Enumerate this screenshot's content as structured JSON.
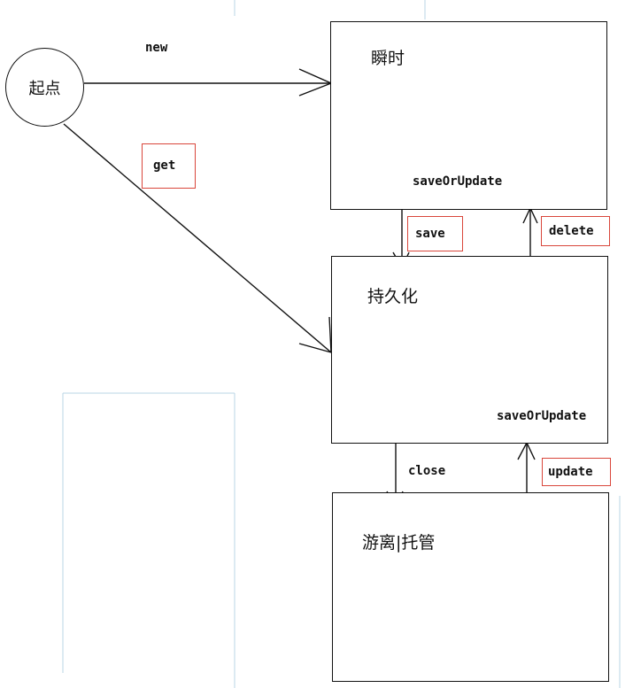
{
  "start": {
    "label": "起点"
  },
  "states": {
    "transient": {
      "title": "瞬时",
      "sub": "saveOrUpdate"
    },
    "persistent": {
      "title": "持久化",
      "sub": "saveOrUpdate"
    },
    "detached": {
      "title": "游离|托管"
    }
  },
  "transitions": {
    "new": "new",
    "get": "get",
    "save": "save",
    "delete": "delete",
    "close": "close",
    "update": "update"
  },
  "colors": {
    "line": "#111111",
    "highlight_box": "#d9463b"
  }
}
